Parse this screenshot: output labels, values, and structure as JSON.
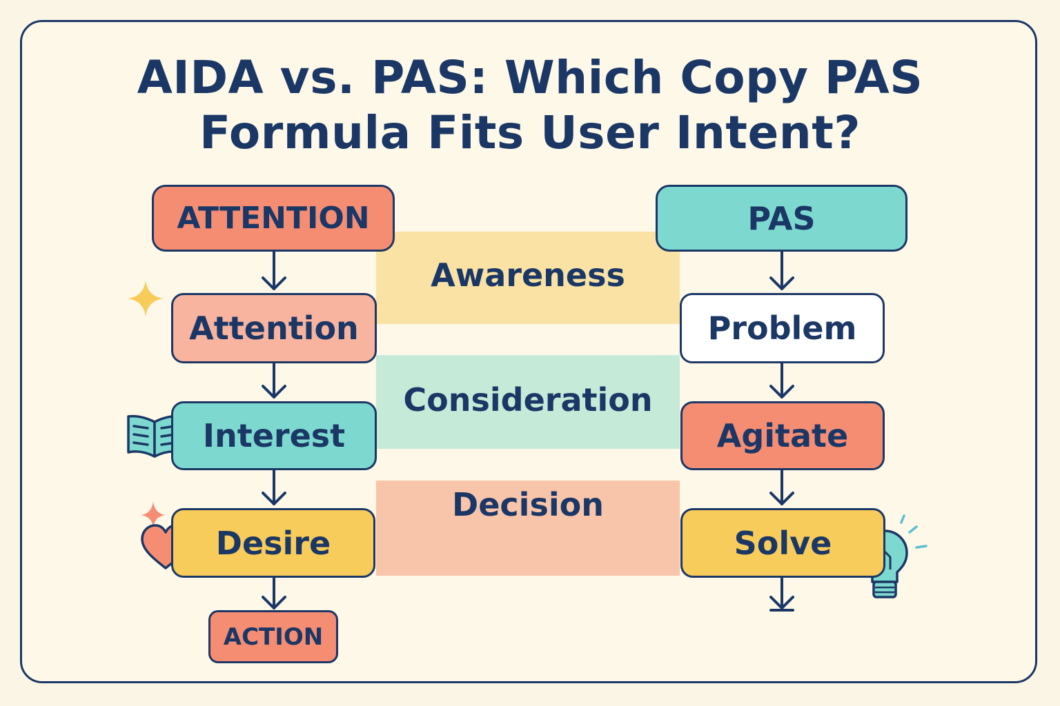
{
  "title": {
    "line1": "AIDA vs. PAS: Which Copy PAS",
    "line2": "Formula Fits User Intent?"
  },
  "stages": {
    "awareness": "Awareness",
    "consideration": "Consideration",
    "decision": "Decision"
  },
  "aida": {
    "header": "ATTENTION",
    "steps": [
      "Attention",
      "Interest",
      "Desire"
    ],
    "final": "ACTION"
  },
  "pas": {
    "header": "PAS",
    "steps": [
      "Problem",
      "Agitate",
      "Solve"
    ]
  },
  "icons": [
    "sparkle-icon",
    "book-icon",
    "heart-icon",
    "lightbulb-icon"
  ],
  "colors": {
    "navy": "#1b3766",
    "coral": "#f58d73",
    "salmon": "#f8b49e",
    "teal": "#7dd9cf",
    "yellow": "#f8cc5a",
    "white": "#ffffff",
    "awareness_band": "#f9e2a4",
    "consideration_band": "#c5ead8",
    "decision_band": "#f8c5ab"
  }
}
